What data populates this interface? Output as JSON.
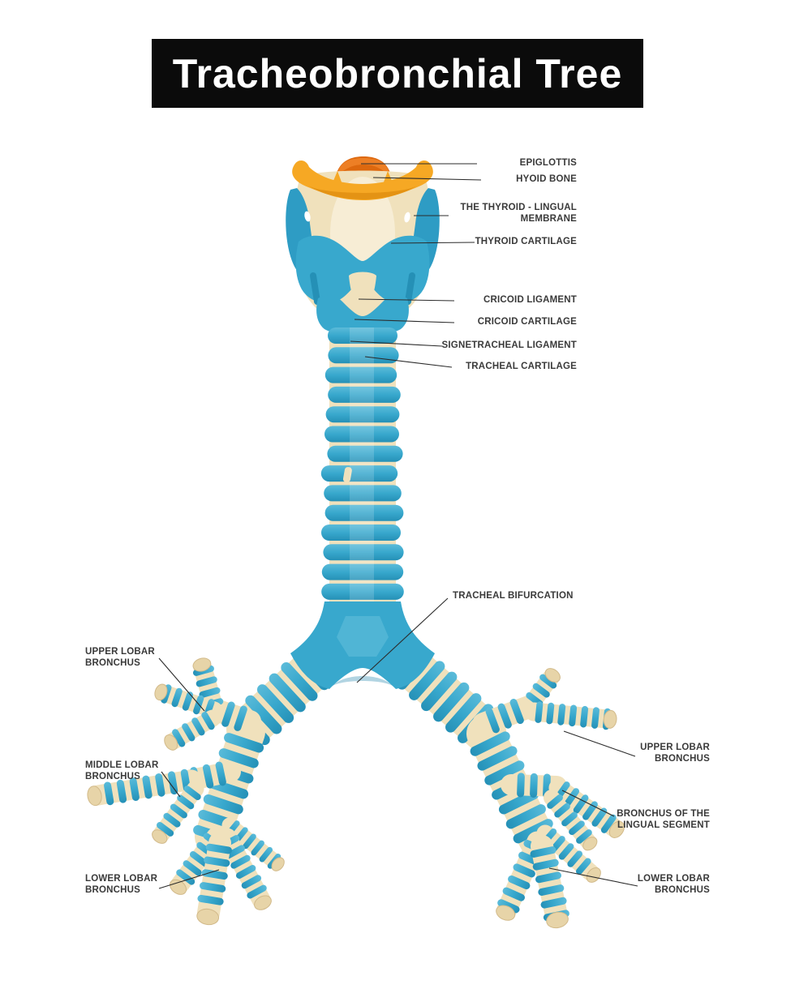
{
  "title": "Tracheobronchial Tree",
  "labels": {
    "epiglottis": {
      "text": "EPIGLOTTIS"
    },
    "hyoid_bone": {
      "text": "HYOID BONE"
    },
    "thyroid_lingual_membrane": {
      "line1": "THE THYROID - LINGUAL",
      "line2": "MEMBRANE"
    },
    "thyroid_cartilage": {
      "text": "THYROID CARTILAGE"
    },
    "cricoid_ligament": {
      "text": "CRICOID LIGAMENT"
    },
    "cricoid_cartilage": {
      "text": "CRICOID CARTILAGE"
    },
    "signetracheal_ligament": {
      "text": "SIGNETRACHEAL LIGAMENT"
    },
    "tracheal_cartilage": {
      "text": "TRACHEAL CARTILAGE"
    },
    "tracheal_bifurcation": {
      "text": "TRACHEAL BIFURCATION"
    },
    "left_upper_lobar_bronchus": {
      "line1": "UPPER LOBAR",
      "line2": "BRONCHUS"
    },
    "left_middle_lobar_bronchus": {
      "line1": "MIDDLE LOBAR",
      "line2": "BRONCHUS"
    },
    "left_lower_lobar_bronchus": {
      "line1": "LOWER LOBAR",
      "line2": "BRONCHUS"
    },
    "right_upper_lobar_bronchus": {
      "line1": "UPPER LOBAR",
      "line2": "BRONCHUS"
    },
    "bronchus_lingual_segment": {
      "line1": "BRONCHUS OF THE",
      "line2": "LINGUAL SEGMENT"
    },
    "right_lower_lobar_bronchus": {
      "line1": "LOWER LOBAR",
      "line2": "BRONCHUS"
    }
  },
  "colors": {
    "teal": "#38A8CD",
    "teal_light": "#5FBEDC",
    "teal_dark": "#2590B6",
    "teal_wing": "#2E9CC4",
    "cream": "#F0E1BC",
    "cream_light": "#F8EFD9",
    "cream_dark": "#E7D4A8",
    "orange": "#F6A824",
    "orange_shadow": "#E08F12",
    "epiglottis_orange": "#DD680E",
    "epiglottis_light": "#EE8228",
    "epiglottis_dark": "#C55B02",
    "banner_bg": "#0B0B0B",
    "banner_text": "#FFFFFF",
    "label_text": "#3A3A3A",
    "leader_line": "#2B2B2B"
  }
}
